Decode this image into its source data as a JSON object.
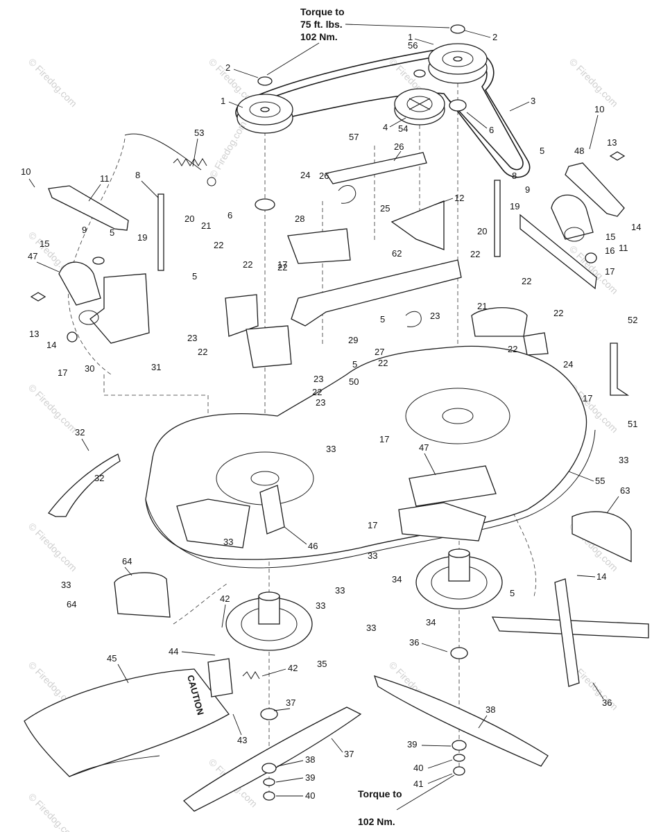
{
  "torque_notes": [
    {
      "lines": [
        "Torque to",
        "75 ft. lbs.",
        "102 Nm."
      ]
    },
    {
      "lines": [
        "Torque to",
        "102 Nm."
      ]
    }
  ],
  "deck_caution_text": "CAUTION",
  "callouts": [
    "1",
    "1",
    "2",
    "2",
    "3",
    "4",
    "5",
    "5",
    "5",
    "5",
    "5",
    "5",
    "6",
    "6",
    "8",
    "8",
    "9",
    "9",
    "10",
    "10",
    "11",
    "11",
    "12",
    "13",
    "13",
    "14",
    "14",
    "14",
    "15",
    "15",
    "16",
    "17",
    "17",
    "17",
    "17",
    "17",
    "17",
    "19",
    "19",
    "20",
    "20",
    "21",
    "21",
    "22",
    "22",
    "22",
    "22",
    "22",
    "22",
    "22",
    "22",
    "22",
    "22",
    "23",
    "23",
    "23",
    "23",
    "24",
    "24",
    "25",
    "26",
    "26",
    "27",
    "28",
    "29",
    "30",
    "31",
    "32",
    "32",
    "33",
    "33",
    "33",
    "33",
    "33",
    "33",
    "33",
    "33",
    "34",
    "34",
    "35",
    "36",
    "36",
    "37",
    "37",
    "38",
    "38",
    "39",
    "39",
    "40",
    "40",
    "41",
    "42",
    "42",
    "43",
    "44",
    "45",
    "46",
    "47",
    "47",
    "48",
    "50",
    "51",
    "52",
    "53",
    "54",
    "55",
    "56",
    "57",
    "62",
    "63",
    "64",
    "64"
  ]
}
